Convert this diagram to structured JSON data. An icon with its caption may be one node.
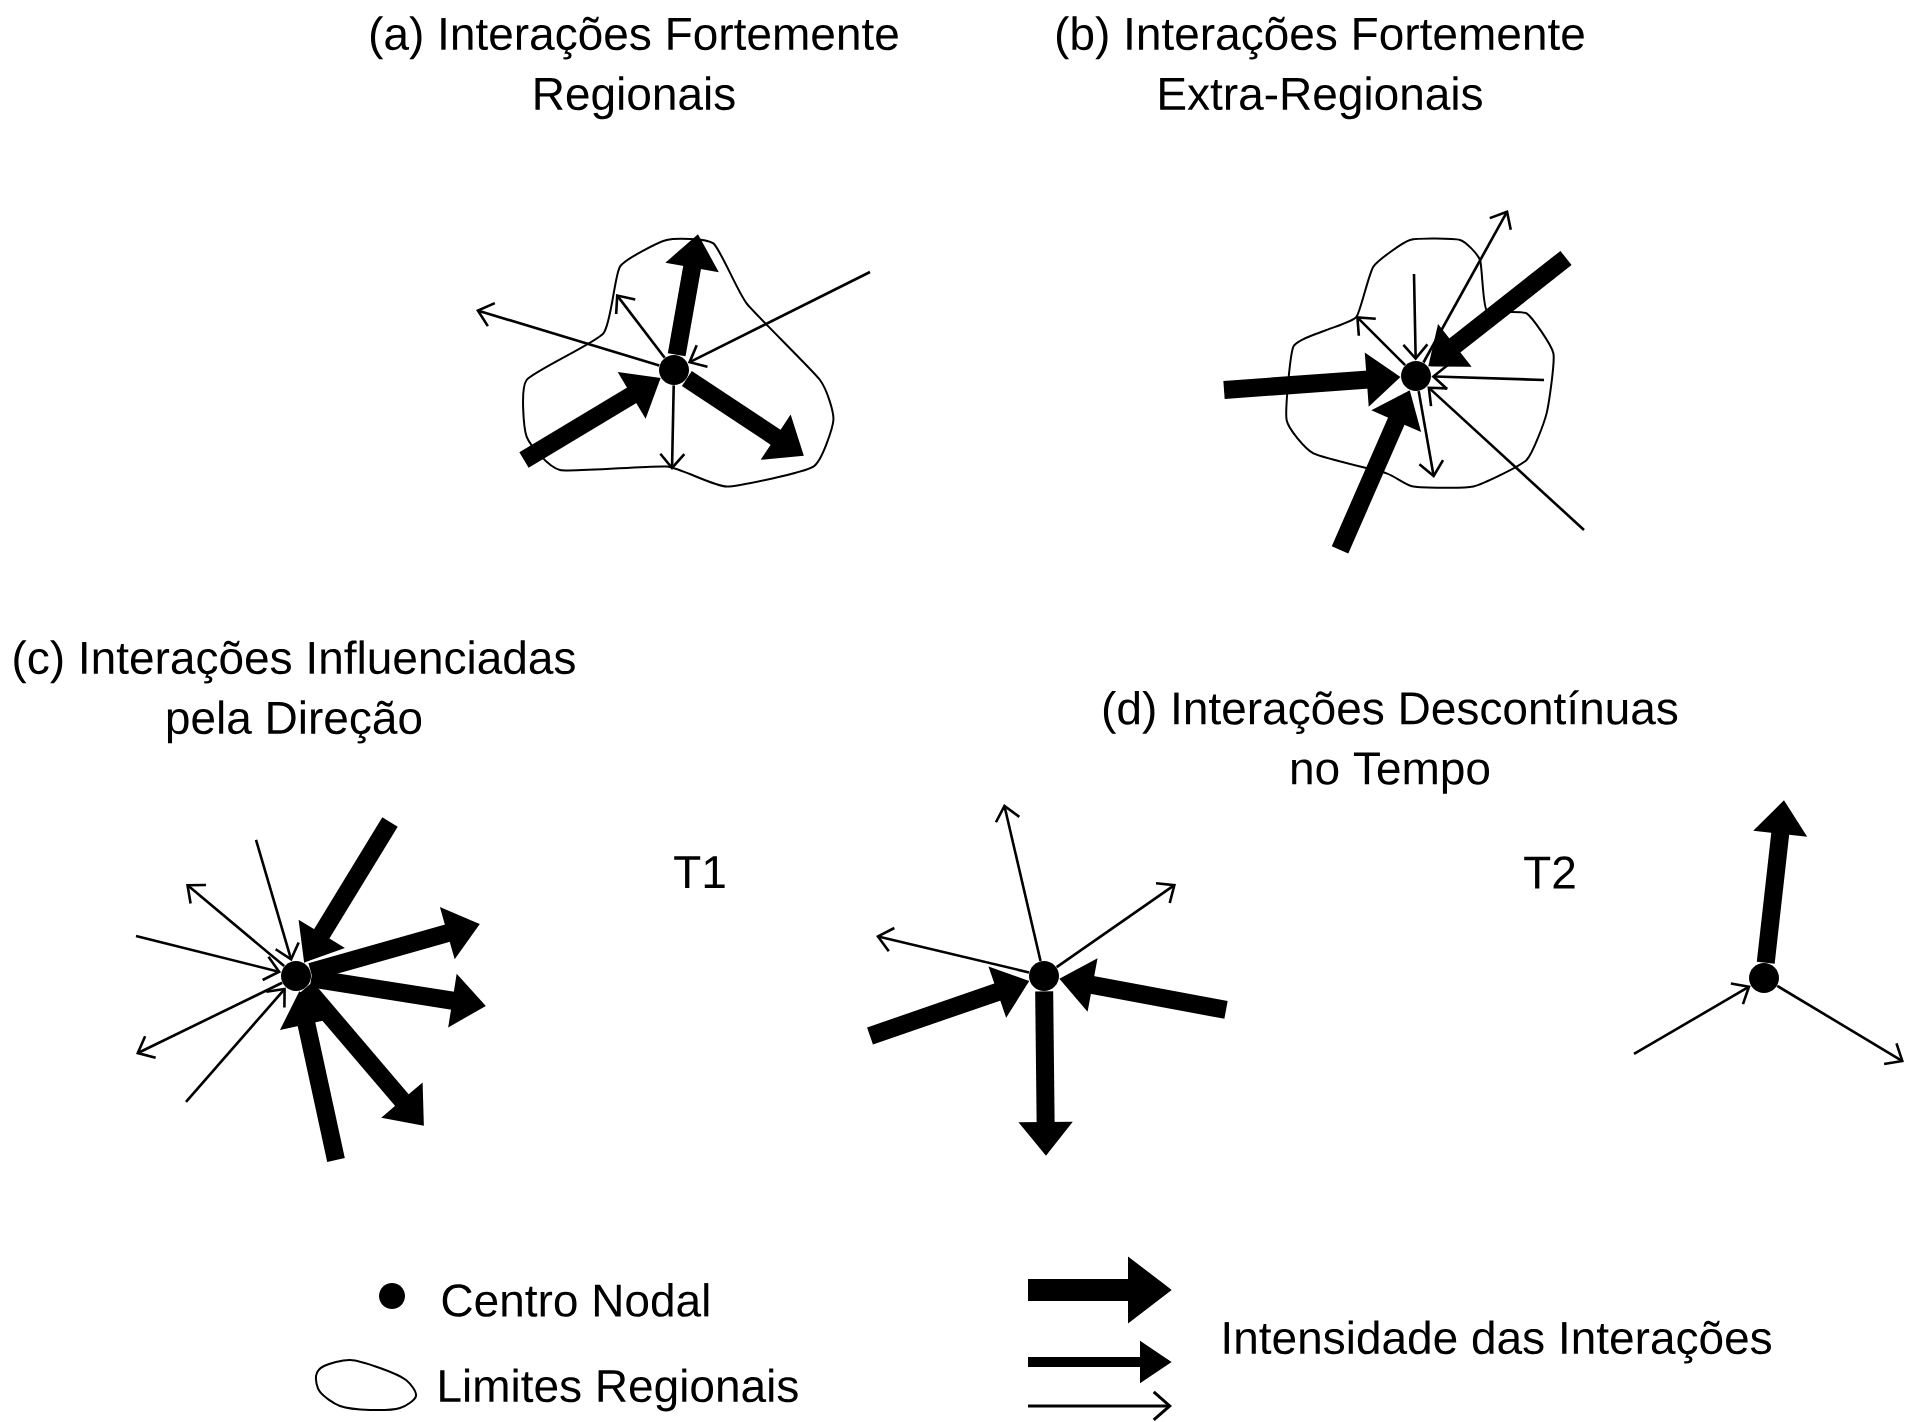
{
  "diagram": {
    "nodes": [
      {
        "text": [],
        "shape": "blob"
      },
      {
        "text": [],
        "shape": "circle",
        "in": 0
      },
      {
        "text": [],
        "shape": "blob"
      },
      {
        "text": [],
        "shape": "circle",
        "in": 2
      },
      {
        "text": [],
        "shape": "circle"
      },
      {
        "text": [],
        "shape": "circle"
      },
      {
        "text": [],
        "shape": "circle"
      }
    ],
    "edges": [
      {
        "from": 1,
        "to": null,
        "arrow": "to"
      },
      {
        "from": 1,
        "to": null,
        "arrow": "to"
      },
      {
        "from": 1,
        "to": null,
        "arrow": "to",
        "style": "thick"
      },
      {
        "from": null,
        "to": 1,
        "arrow": "to"
      },
      {
        "from": null,
        "to": 1,
        "arrow": "to",
        "style": "thick"
      },
      {
        "from": 1,
        "to": null,
        "arrow": "to"
      },
      {
        "from": 1,
        "to": null,
        "arrow": "to",
        "style": "thick"
      },
      {
        "from": null,
        "to": 3,
        "arrow": "to",
        "style": "thick"
      },
      {
        "from": 3,
        "to": null,
        "arrow": "to"
      },
      {
        "from": null,
        "to": 3,
        "arrow": "to"
      },
      {
        "from": 3,
        "to": null,
        "arrow": "to"
      },
      {
        "from": null,
        "to": 3,
        "arrow": "to",
        "style": "thick"
      },
      {
        "from": null,
        "to": 3,
        "arrow": "to"
      },
      {
        "from": null,
        "to": 3,
        "arrow": "to"
      },
      {
        "from": 3,
        "to": null,
        "arrow": "to"
      },
      {
        "from": null,
        "to": 3,
        "arrow": "to",
        "style": "thick"
      },
      {
        "from": 4,
        "to": null,
        "arrow": "to"
      },
      {
        "from": null,
        "to": 4,
        "arrow": "to"
      },
      {
        "from": null,
        "to": 4,
        "arrow": "to"
      },
      {
        "from": 4,
        "to": null,
        "arrow": "to"
      },
      {
        "from": null,
        "to": 4,
        "arrow": "to"
      },
      {
        "from": null,
        "to": 4,
        "arrow": "to",
        "style": "thick"
      },
      {
        "from": 4,
        "to": null,
        "arrow": "to",
        "style": "thick"
      },
      {
        "from": 4,
        "to": null,
        "arrow": "to",
        "style": "thick"
      },
      {
        "from": 4,
        "to": null,
        "arrow": "to",
        "style": "thick"
      },
      {
        "from": null,
        "to": 4,
        "arrow": "to",
        "style": "thick"
      },
      {
        "from": 5,
        "to": null,
        "arrow": "to"
      },
      {
        "from": 5,
        "to": null,
        "arrow": "to"
      },
      {
        "from": 5,
        "to": null,
        "arrow": "to"
      },
      {
        "from": null,
        "to": 5,
        "arrow": "to",
        "style": "thick"
      },
      {
        "from": null,
        "to": 5,
        "arrow": "to",
        "style": "thick"
      },
      {
        "from": 5,
        "to": null,
        "arrow": "to",
        "style": "thick"
      },
      {
        "from": 6,
        "to": null,
        "arrow": "to",
        "style": "thick"
      },
      {
        "from": null,
        "to": 6,
        "arrow": "to"
      },
      {
        "from": 6,
        "to": null,
        "arrow": "to"
      }
    ],
    "labels": [
      "(a) Interações Fortemente Regionais",
      "(b) Interações Fortemente Extra-Regionais",
      "(c) Interações Influenciadas pela Direção",
      "(d) Interações Descontínuas no Tempo",
      "T1",
      "T2"
    ],
    "legend": [
      {
        "text": "Centro Nodal"
      },
      {
        "text": "Limites Regionais"
      },
      {
        "text": "Intensidade das Interações"
      }
    ]
  }
}
